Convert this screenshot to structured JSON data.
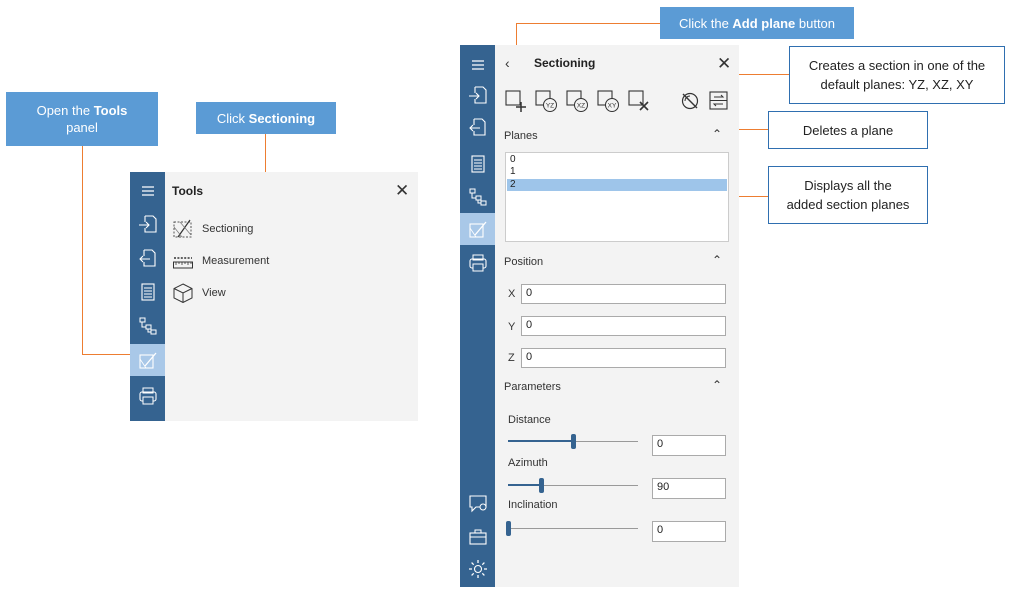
{
  "callouts": {
    "open_tools_pre": "Open the ",
    "open_tools_bold": "Tools",
    "open_tools_post": "panel",
    "click_sectioning_pre": "Click ",
    "click_sectioning_bold": "Sectioning",
    "add_plane_pre": "Click the ",
    "add_plane_bold": "Add plane",
    "add_plane_post": " button",
    "default_planes_line1": "Creates a section in one of the",
    "default_planes_line2": "default planes: YZ, XZ, XY",
    "delete_plane": "Deletes a plane",
    "displays_line1": "Displays all the",
    "displays_line2": "added section planes"
  },
  "tools_panel": {
    "title": "Tools",
    "items": [
      {
        "label": "Sectioning",
        "icon": "sectioning-icon"
      },
      {
        "label": "Measurement",
        "icon": "ruler-icon"
      },
      {
        "label": "View",
        "icon": "cube-icon"
      }
    ]
  },
  "sectioning_panel": {
    "title": "Sectioning",
    "toolbar": {
      "plane_yz": "YZ",
      "plane_xz": "XZ",
      "plane_xy": "XY"
    },
    "planes_header": "Planes",
    "planes": [
      "0",
      "1",
      "2"
    ],
    "selected_plane": "2",
    "position_header": "Position",
    "position": {
      "x_label": "X",
      "x_value": "0",
      "y_label": "Y",
      "y_value": "0",
      "z_label": "Z",
      "z_value": "0"
    },
    "parameters_header": "Parameters",
    "parameters": {
      "distance_label": "Distance",
      "distance_value": "0",
      "distance_fraction": 0.5,
      "azimuth_label": "Azimuth",
      "azimuth_value": "90",
      "azimuth_fraction": 0.25,
      "inclination_label": "Inclination",
      "inclination_value": "0",
      "inclination_fraction": 0.0
    }
  },
  "colors": {
    "rail": "#356390",
    "accent_callout": "#5b9bd5",
    "leader": "#ed7d31"
  }
}
